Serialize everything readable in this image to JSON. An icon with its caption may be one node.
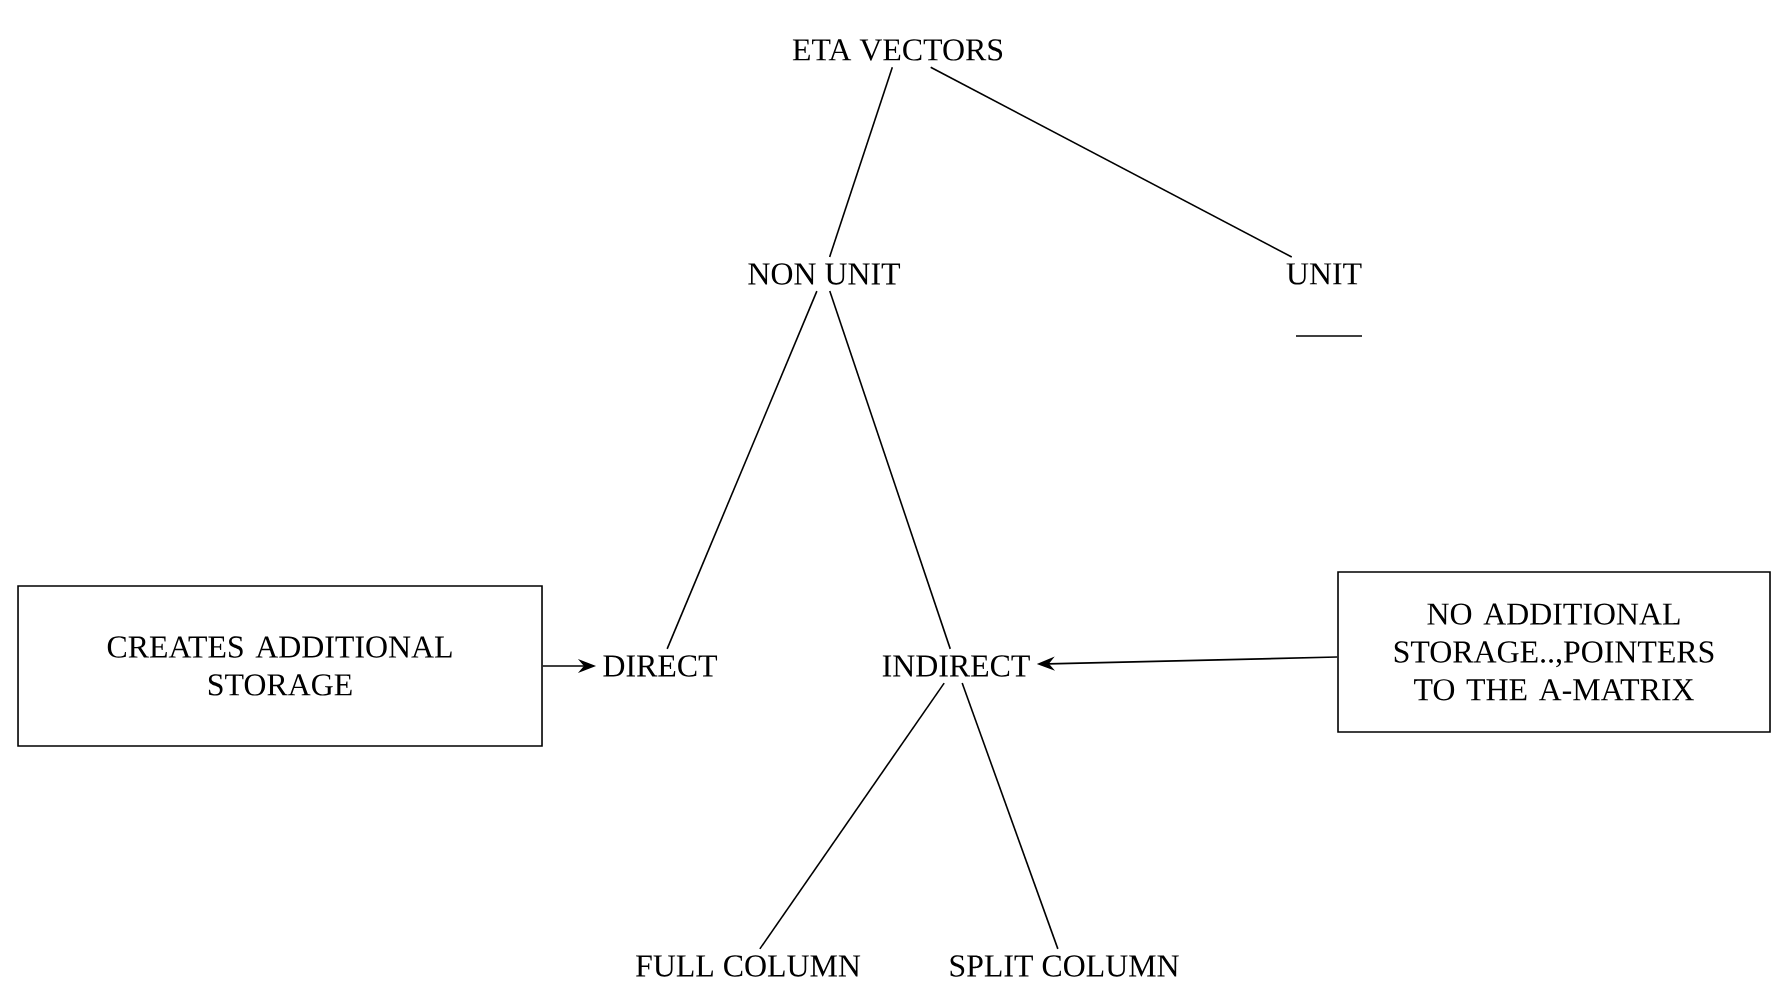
{
  "diagram": {
    "nodes": [
      {
        "text": [
          "ETA VECTORS"
        ]
      },
      {
        "text": [
          "NON UNIT"
        ]
      },
      {
        "text": [
          "UNIT"
        ]
      },
      {
        "text": [
          "CREATES ADDITIONAL STORAGE"
        ]
      },
      {
        "text": [
          "DIRECT"
        ]
      },
      {
        "text": [
          "INDIRECT"
        ]
      },
      {
        "text": [
          "NO ADDITIONAL STORAGE..,POINTERS TO THE A-MATRIX"
        ]
      },
      {
        "text": [
          "FULL COLUMN"
        ]
      },
      {
        "text": [
          "SPLIT COLUMN"
        ]
      }
    ],
    "edges": [
      {
        "from": 0,
        "to": 1,
        "arrow": "none"
      },
      {
        "from": 0,
        "to": 2,
        "arrow": "none"
      },
      {
        "from": 1,
        "to": 4,
        "arrow": "none"
      },
      {
        "from": 1,
        "to": 5,
        "arrow": "none"
      },
      {
        "from": 3,
        "to": 4,
        "arrow": "to"
      },
      {
        "from": 6,
        "to": 5,
        "arrow": "to"
      },
      {
        "from": 5,
        "to": 7,
        "arrow": "none"
      },
      {
        "from": 5,
        "to": 8,
        "arrow": "none"
      }
    ]
  }
}
